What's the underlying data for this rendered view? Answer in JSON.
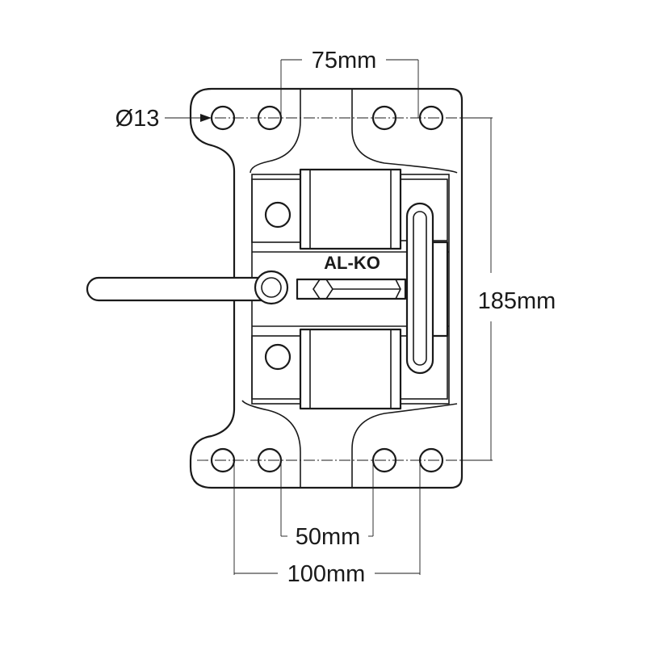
{
  "dimensions": {
    "hole_diameter": "Ø13",
    "top_spacing": "75mm",
    "height": "185mm",
    "bottom_inner_spacing": "50mm",
    "bottom_outer_spacing": "100mm"
  },
  "brand": "AL-KO"
}
